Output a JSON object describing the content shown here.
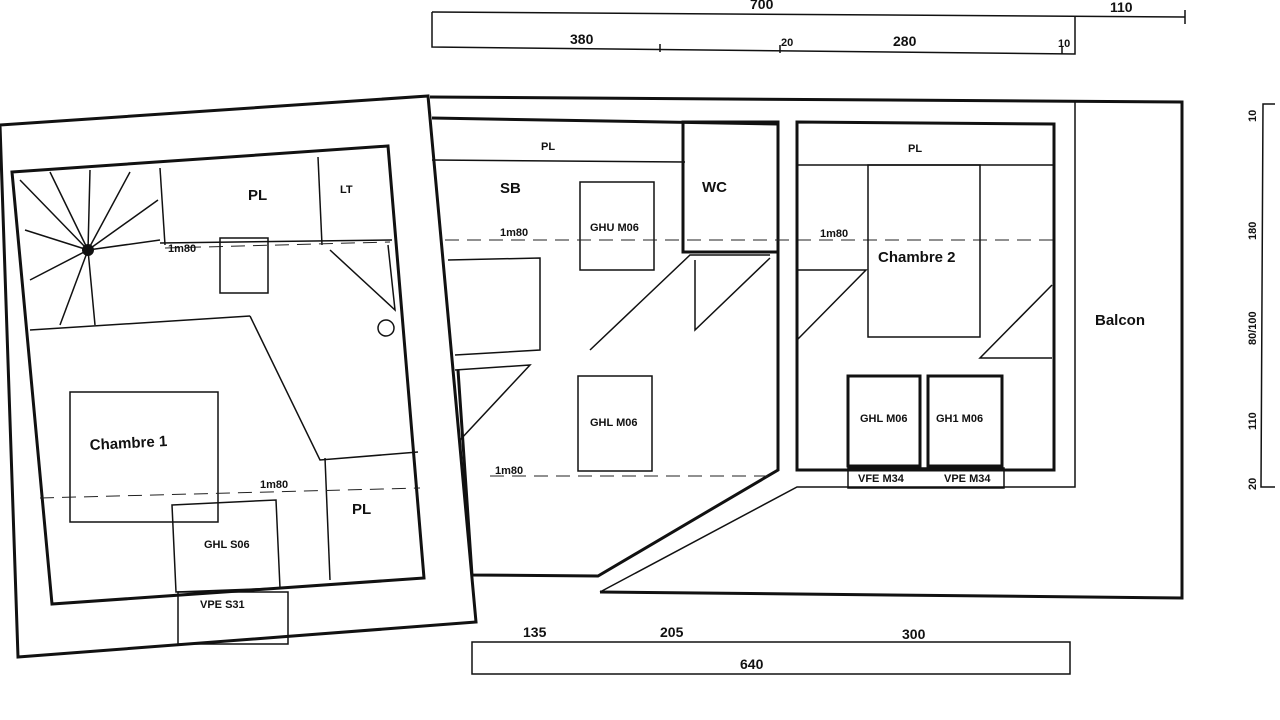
{
  "dimensions": {
    "top_total": "700",
    "top_balcony": "110",
    "top_segments": [
      "380",
      "20",
      "280",
      "10"
    ],
    "bottom_segments": [
      "135",
      "205",
      "300"
    ],
    "bottom_total": "640",
    "right_segments": [
      "10",
      "180",
      "80/100",
      "110",
      "20"
    ]
  },
  "rooms": {
    "pl_top_left": "PL",
    "lt": "LT",
    "chambre1": "Chambre 1",
    "pl_bottom_left": "PL",
    "pl_sb": "PL",
    "sb": "SB",
    "wc": "WC",
    "pl_ch2": "PL",
    "chambre2": "Chambre 2",
    "balcon": "Balcon"
  },
  "heights": [
    "1m80",
    "1m80",
    "1m80",
    "1m80",
    "1m80"
  ],
  "windows": {
    "ghl_s06": "GHL S06",
    "vpe_s31": "VPE S31",
    "ghu_m06": "GHU M06",
    "ghl_m06_center": "GHL M06",
    "ghl_m06_ch2": "GHL M06",
    "gh1_m06_ch2": "GH1 M06",
    "vfe_m34": "VFE M34",
    "vpe_m34": "VPE M34"
  }
}
